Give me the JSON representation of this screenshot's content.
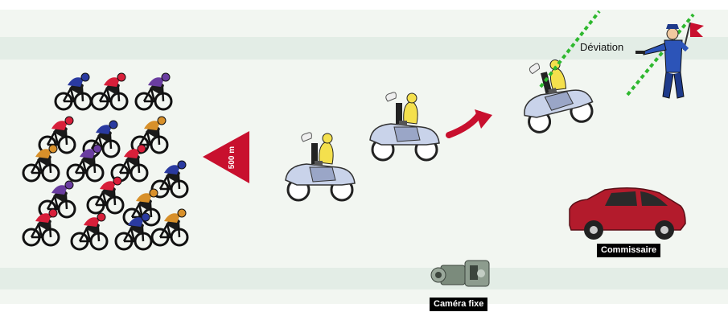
{
  "labels": {
    "distance_sign": "500 m",
    "deviation": "Déviation",
    "commissaire": "Commissaire",
    "camera_fixe": "Caméra fixe"
  },
  "colors": {
    "road_stripe": "#e3ede6",
    "road_field": "#f2f6f1",
    "sign_red": "#c8102e",
    "car_red": "#b31b2c",
    "deviation_line": "#2eb82e",
    "label_bg": "#000000",
    "label_text": "#ffffff",
    "rider_yellow": "#f4e04d",
    "moto_blue": "#c9d3ea"
  },
  "icons": {
    "peloton": "cyclist-peloton-icon",
    "sign": "triangle-sign-icon",
    "moto": "motorcycle-cameraman-icon",
    "arrow": "curved-arrow-icon",
    "officer": "police-officer-flag-icon",
    "car": "car-icon",
    "camera": "fixed-camera-icon"
  }
}
